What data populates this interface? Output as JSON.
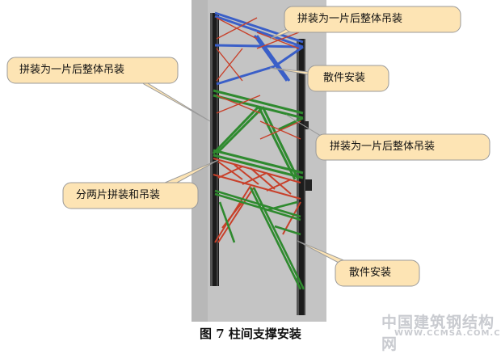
{
  "callouts": [
    {
      "id": "top-right",
      "text": "拼装为一片后整体吊装"
    },
    {
      "id": "scatter-upper",
      "text": "散件安装"
    },
    {
      "id": "left-upper",
      "text": "拼装为一片后整体吊装"
    },
    {
      "id": "right-middle",
      "text": "拼装为一片后整体吊装"
    },
    {
      "id": "left-lower",
      "text": "分两片拼装和吊装"
    },
    {
      "id": "scatter-lower",
      "text": "散件安装"
    }
  ],
  "caption": "图 7 柱间支撑安装",
  "watermark": {
    "name": "中国建筑钢结构网",
    "url": "WWW.CCMSA.COM.CN"
  },
  "colors": {
    "callout_fill": "#fde4b4",
    "callout_stroke": "#9a9a9a",
    "background_panel": "#c4c4c4",
    "column": "#1c1c1c",
    "brace_blue": "#3a5fc8",
    "brace_green": "#2f8a2f",
    "brace_red": "#c8402a"
  }
}
